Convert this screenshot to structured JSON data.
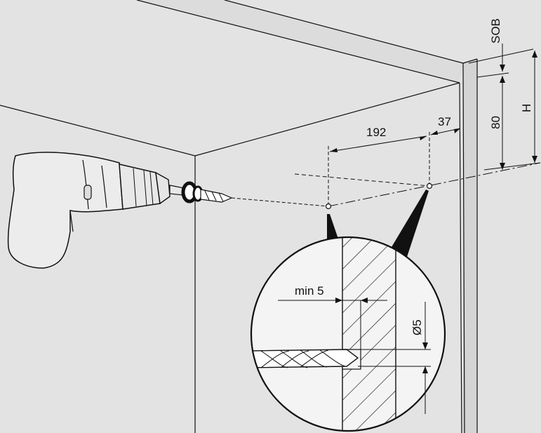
{
  "labels": {
    "sob": "SOB",
    "h": "H",
    "dim_80": "80",
    "dim_192": "192",
    "dim_37": "37",
    "min_5": "min 5",
    "dia_5": "Ø5"
  },
  "colors": {
    "background": "#e3e3e3",
    "panel_light": "#d9d9d9",
    "detail_circle": "#f4f4f4",
    "line": "#111111",
    "drill_body": "#ececec"
  }
}
